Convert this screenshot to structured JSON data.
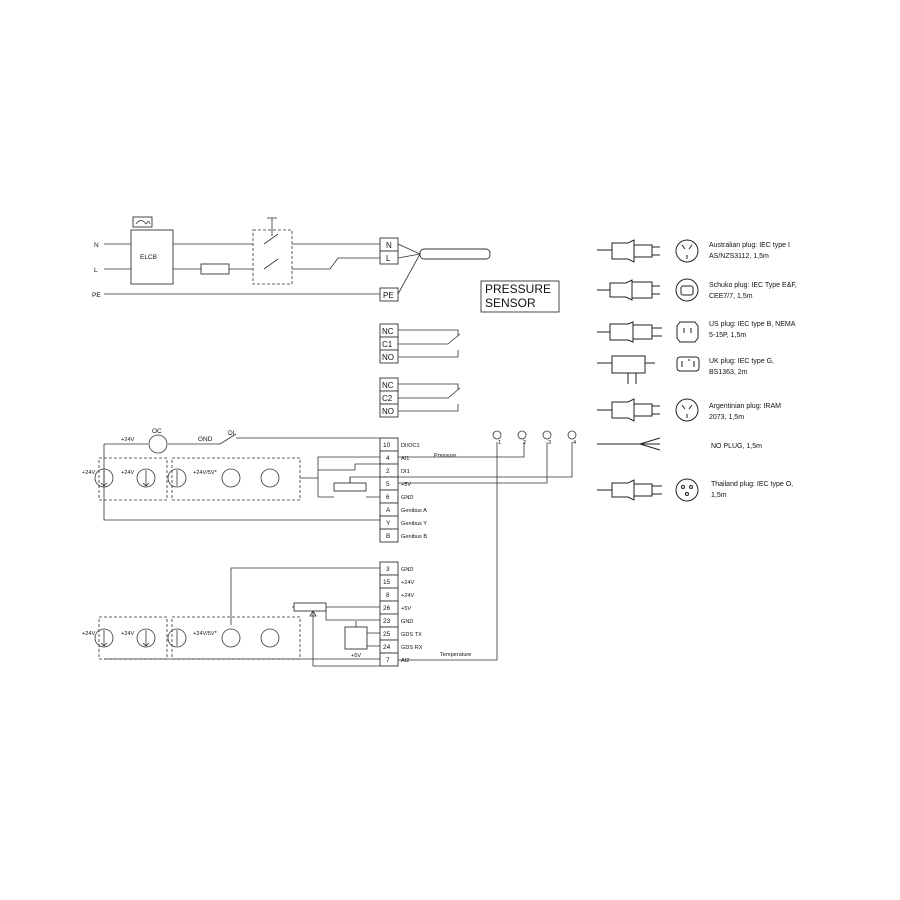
{
  "power": {
    "n": "N",
    "l": "L",
    "pe": "PE",
    "elcb": "ELCB",
    "terminals": [
      "N",
      "L",
      "PE"
    ]
  },
  "sensor_title": [
    "PRESSURE",
    "SENSOR"
  ],
  "relays": [
    [
      "NC",
      "C1",
      "NO"
    ],
    [
      "NC",
      "C2",
      "NO"
    ]
  ],
  "block1": {
    "labels": {
      "oc_supply": "+24V",
      "oc": "OC",
      "gnd": "GND",
      "di": "DI",
      "s1": "+24V",
      "s2": "+24V",
      "s3": "+24V/5V*"
    },
    "terminals": [
      {
        "num": "10",
        "label": "DI/OC1"
      },
      {
        "num": "4",
        "label": "AI1"
      },
      {
        "num": "2",
        "label": "DI1"
      },
      {
        "num": "5",
        "label": "+5V"
      },
      {
        "num": "6",
        "label": "GND"
      },
      {
        "num": "A",
        "label": "Genibus A"
      },
      {
        "num": "Y",
        "label": "Genibus Y"
      },
      {
        "num": "B",
        "label": "Genibus B"
      }
    ],
    "pressure": "Pressure",
    "pins": [
      "1",
      "2",
      "3",
      "4"
    ]
  },
  "block2": {
    "labels": {
      "s1": "+24V",
      "s2": "+24V",
      "s3": "+24V/5V*",
      "plus5": "+5V"
    },
    "terminals": [
      {
        "num": "3",
        "label": "GND"
      },
      {
        "num": "15",
        "label": "+24V"
      },
      {
        "num": "8",
        "label": "+24V"
      },
      {
        "num": "26",
        "label": "+5V"
      },
      {
        "num": "23",
        "label": "GND"
      },
      {
        "num": "25",
        "label": "GDS TX"
      },
      {
        "num": "24",
        "label": "GDS RX"
      },
      {
        "num": "7",
        "label": "AI2"
      }
    ],
    "temperature": "Temperature"
  },
  "plugs": [
    {
      "lines": [
        "Australian plug: IEC type I",
        "AS/NZS3112, 1,5m"
      ]
    },
    {
      "lines": [
        "Schuko plug: IEC Type E&F,",
        "CEE7/7, 1,5m"
      ]
    },
    {
      "lines": [
        "US plug: IEC type B, NEMA",
        "5-15P, 1,5m"
      ]
    },
    {
      "lines": [
        "UK plug: IEC type G,",
        "BS1363, 2m"
      ]
    },
    {
      "lines": [
        "Argentinian plug: IRAM",
        "2073, 1,5m"
      ]
    },
    {
      "lines": [
        "NO PLUG, 1,5m"
      ]
    },
    {
      "lines": [
        "Thailand plug: IEC type O,",
        "1,5m"
      ]
    }
  ]
}
